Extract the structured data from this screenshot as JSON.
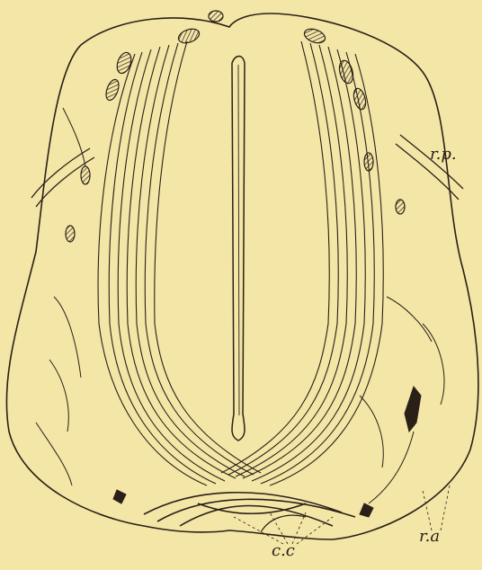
{
  "labels": {
    "rp": "r.p.",
    "ra": "r.a",
    "cc": "c.c"
  },
  "colors": {
    "background": "#f4e6a6",
    "ink": "#2a2018"
  }
}
